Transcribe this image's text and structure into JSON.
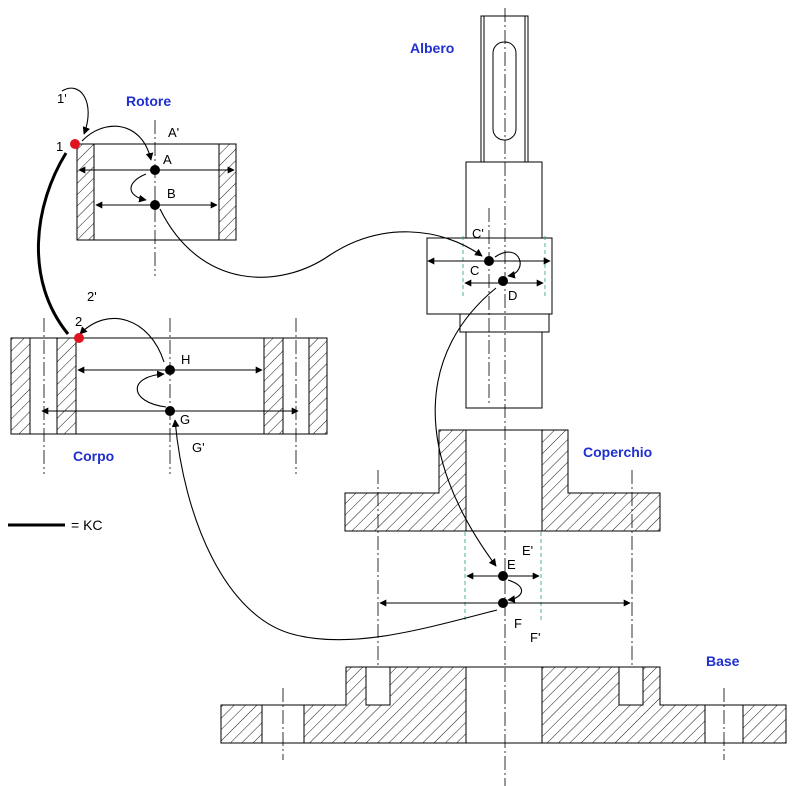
{
  "parts": {
    "albero": "Albero",
    "rotore": "Rotore",
    "corpo": "Corpo",
    "coperchio": "Coperchio",
    "base": "Base"
  },
  "points": {
    "p1": "1",
    "p1prime": "1'",
    "p2": "2",
    "p2prime": "2'",
    "A": "A",
    "Aprime": "A'",
    "B": "B",
    "C": "C",
    "Cprime": "C'",
    "D": "D",
    "E": "E",
    "Eprime": "E'",
    "F": "F",
    "Fprime": "F'",
    "G": "G",
    "Gprime": "G'",
    "H": "H"
  },
  "legend": {
    "kc_label": "= KC"
  },
  "colors": {
    "title": "#1f2fd0",
    "key_point": "#e0141e",
    "center_line_green": "#2aa06a"
  }
}
